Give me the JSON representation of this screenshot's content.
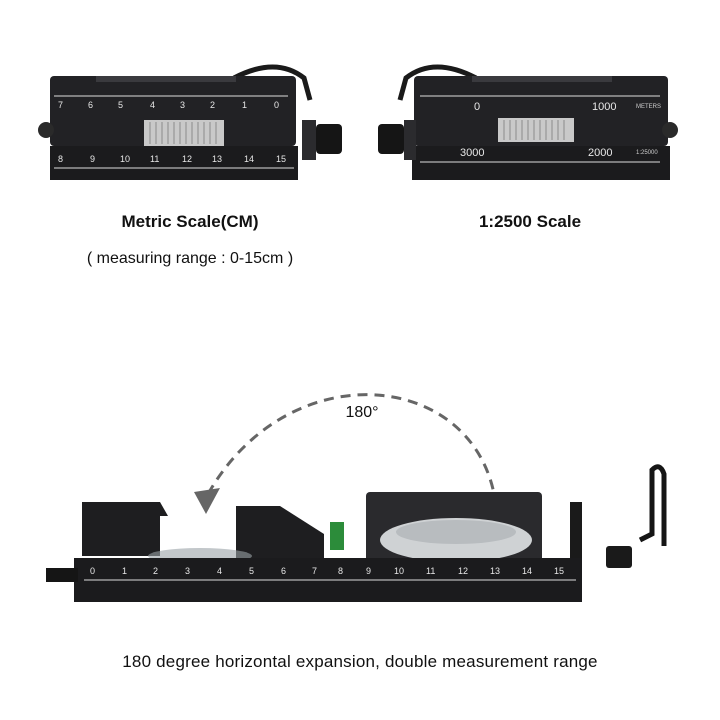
{
  "captions": {
    "metric_title": "Metric Scale(CM)",
    "metric_range": "( measuring range : 0-15cm )",
    "scale_title": "1:2500 Scale",
    "rotation": "180°",
    "bottom": "180 degree horizontal expansion, double measurement range"
  },
  "ruler_labels": {
    "top_left_upper": [
      "7",
      "6",
      "5",
      "4",
      "3",
      "2",
      "1",
      "0"
    ],
    "top_left_lower": [
      "8",
      "9",
      "10",
      "11",
      "12",
      "13",
      "14",
      "15"
    ],
    "top_right_meters": "METERS",
    "top_right_scale": "1:25000",
    "top_right_upper": [
      "0",
      "1000"
    ],
    "top_right_lower": [
      "3000",
      "2000"
    ],
    "bottom_ruler": [
      "0",
      "1",
      "2",
      "3",
      "4",
      "5",
      "6",
      "7",
      "8",
      "9",
      "10",
      "11",
      "12",
      "13",
      "14",
      "15"
    ]
  },
  "colors": {
    "body": "#1c1c1e",
    "ruler_text": "#e8e8e8",
    "arrow": "#666666"
  }
}
